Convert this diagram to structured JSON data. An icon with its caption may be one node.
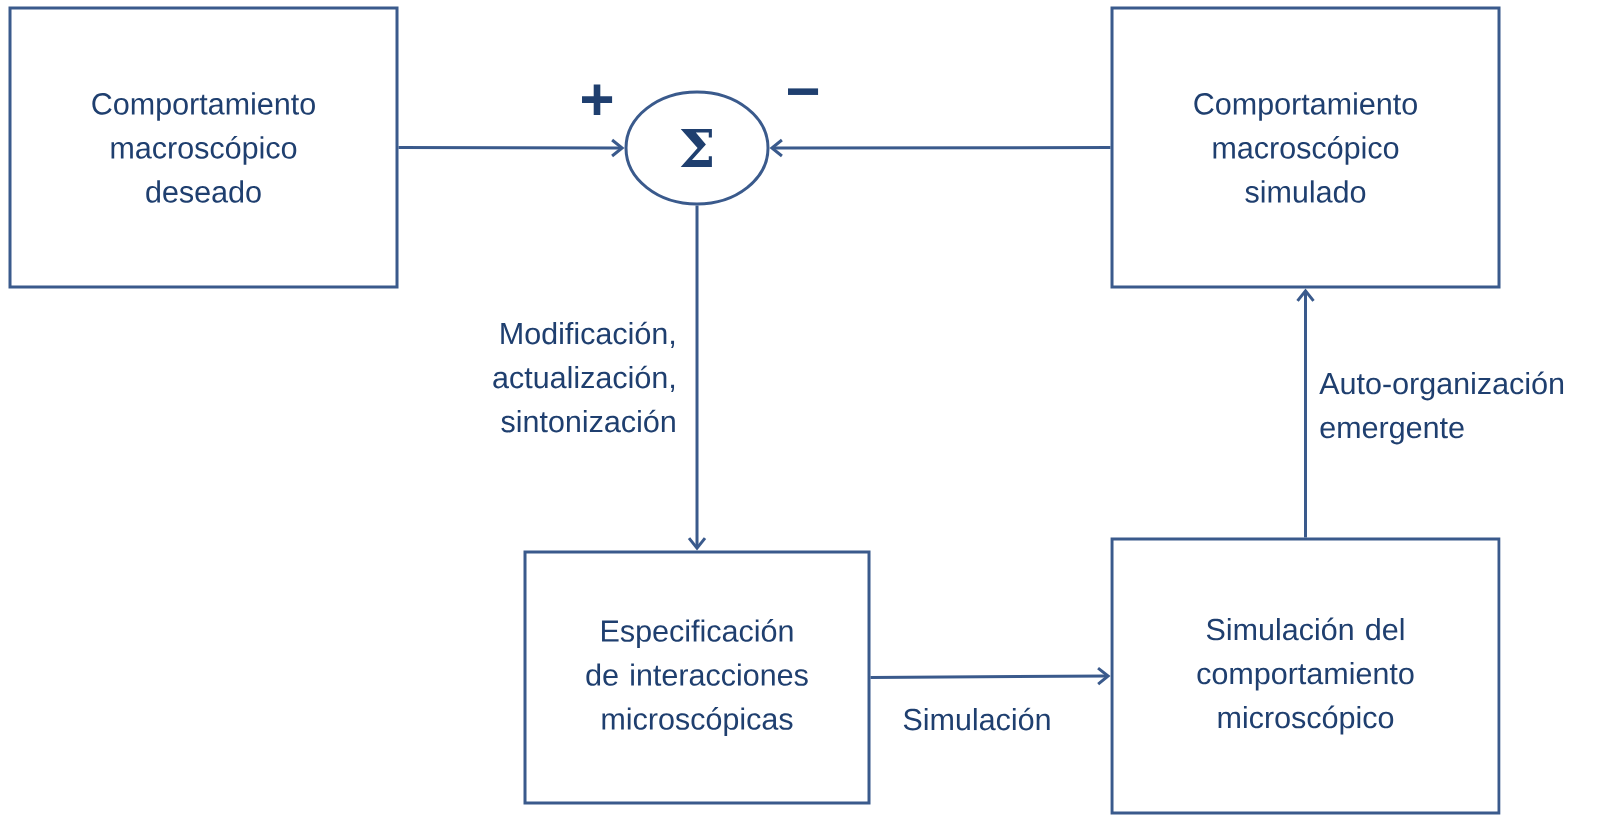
{
  "diagram": {
    "nodes": [
      {
        "text": [
          "Comportamiento macroscópico deseado"
        ]
      },
      {
        "text": [
          "Σ"
        ]
      },
      {
        "text": [
          "Comportamiento macroscópico simulado"
        ]
      },
      {
        "text": [
          "Especificación de interacciones microscópicas"
        ]
      },
      {
        "text": [
          "Simulación del comportamiento microscópico"
        ]
      }
    ],
    "edges": [
      {
        "from": 0,
        "to": 1,
        "arrow": "to"
      },
      {
        "from": 2,
        "to": 1,
        "arrow": "to"
      },
      {
        "from": 1,
        "to": 3,
        "arrow": "to",
        "label": "Modificación, actualización, sintonización"
      },
      {
        "from": 3,
        "to": 4,
        "arrow": "to",
        "label": "Simulación"
      },
      {
        "from": 4,
        "to": 2,
        "arrow": "to",
        "label": "Auto-organización emergente"
      }
    ],
    "labels": [
      "+",
      "−"
    ]
  }
}
